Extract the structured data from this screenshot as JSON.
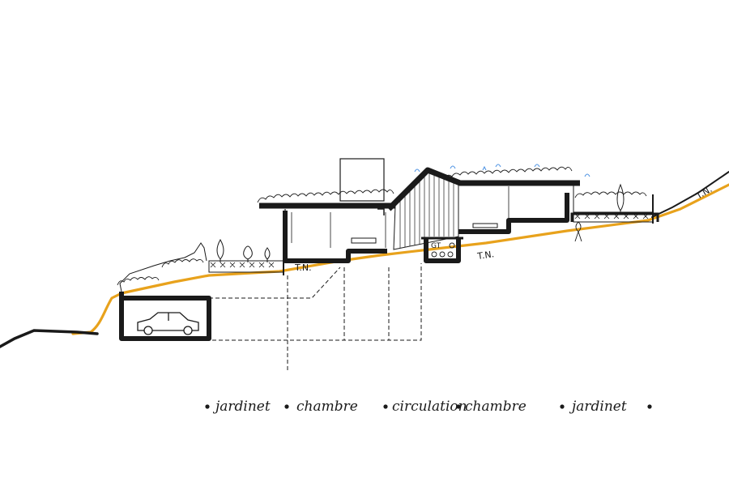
{
  "section_labels": [
    "jardinet",
    "chambre",
    "circulation",
    "chambre",
    "jardinet"
  ],
  "ground_markers": [
    "T.N.",
    "T.N.",
    "T.N."
  ],
  "boiler_label": "GT",
  "colors": {
    "ink": "#1a1a1a",
    "ground_line": "#e8a21c",
    "vegetation_accent": "#4a90e2"
  }
}
